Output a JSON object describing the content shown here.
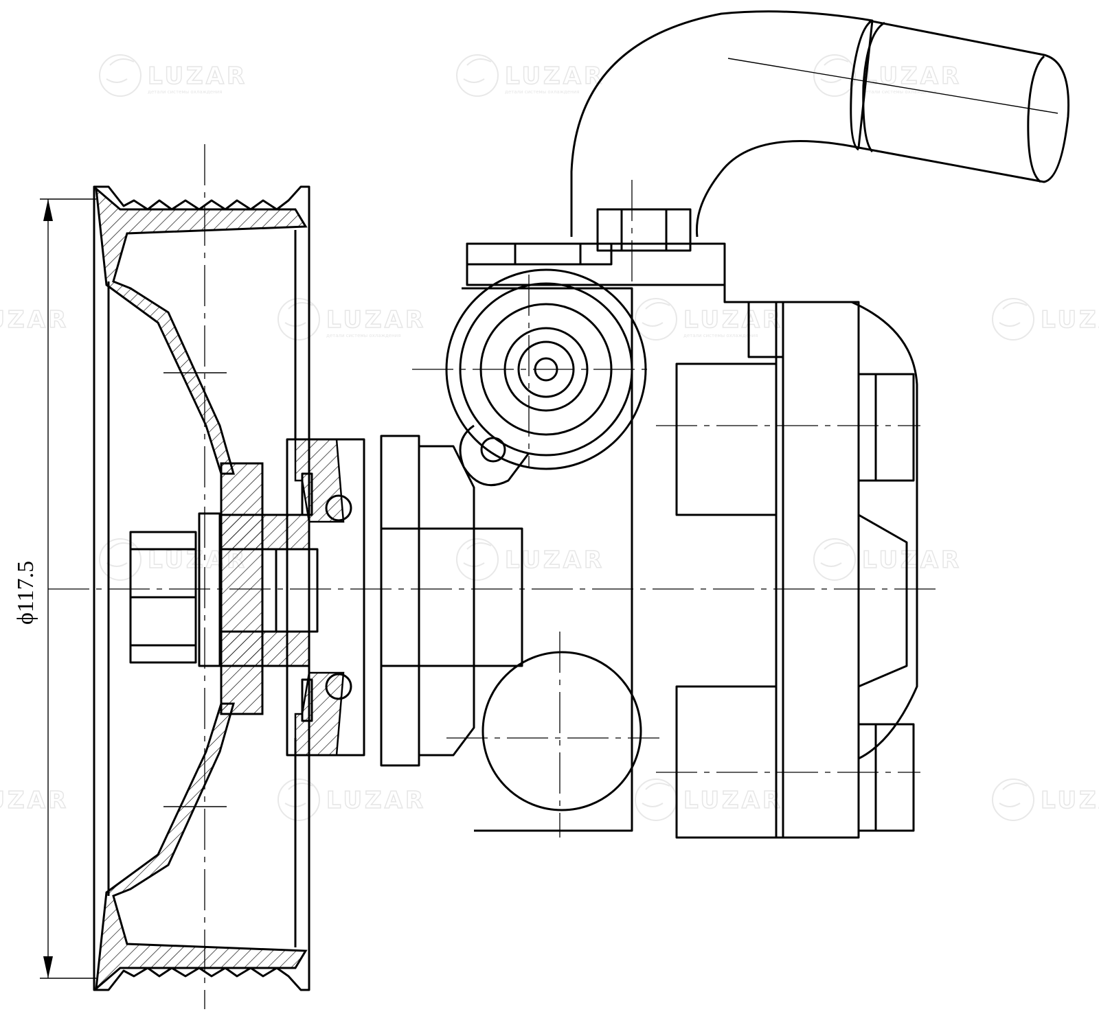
{
  "drawing": {
    "title": "Power steering pump technical drawing",
    "dimension_label": "ϕ117.5"
  },
  "watermark": {
    "brand": "LUZAR",
    "tagline": "детали системы охлаждения"
  },
  "colors": {
    "line": "#000000",
    "watermark": "#e6e6e6",
    "background": "#ffffff"
  }
}
